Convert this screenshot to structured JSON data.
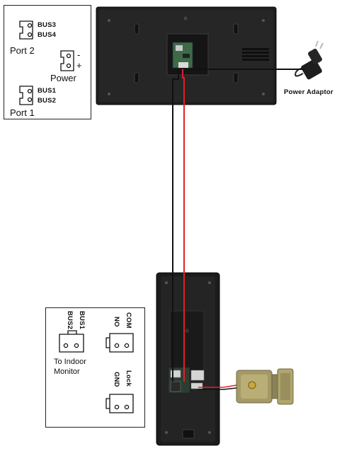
{
  "top_panel": {
    "port2": {
      "name": "Port 2",
      "pins": [
        "BUS3",
        "BUS4"
      ]
    },
    "power": {
      "name": "Power",
      "pins": [
        "-",
        "+"
      ]
    },
    "port1": {
      "name": "Port 1",
      "pins": [
        "BUS1",
        "BUS2"
      ]
    }
  },
  "adaptor_label": "Power Adaptor",
  "bottom_panel": {
    "bus_terminal": {
      "pins": [
        "BUS1",
        "BUS2"
      ],
      "caption_line1": "To Indoor",
      "caption_line2": "Monitor"
    },
    "lock_terminal_top": {
      "pins": [
        "COM",
        "NO"
      ]
    },
    "lock_terminal_bottom": {
      "pins": [
        "Lock",
        "GND"
      ]
    }
  },
  "colors": {
    "wire_black": "#111111",
    "wire_red": "#e0202a",
    "device_body": "#1c1c1c"
  }
}
